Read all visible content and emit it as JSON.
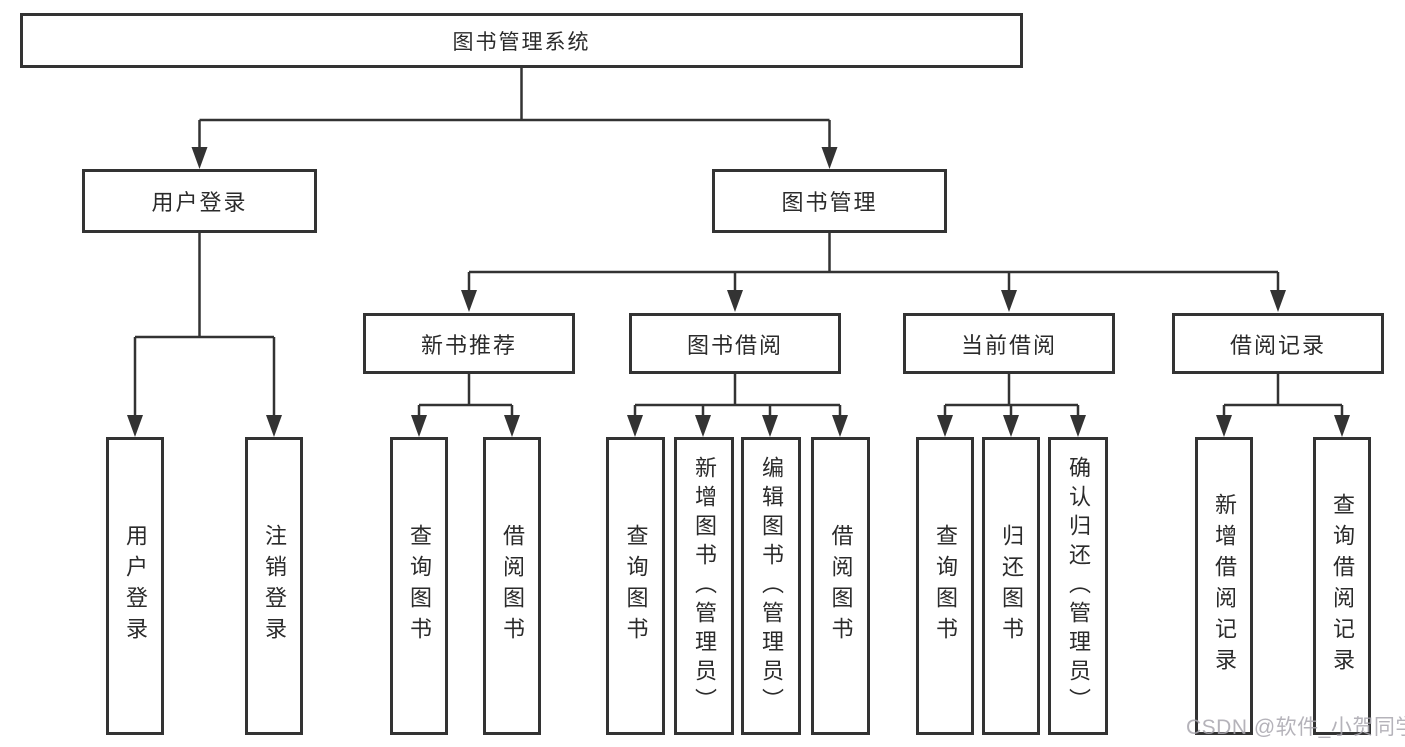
{
  "tree": {
    "root": "图书管理系统",
    "children": [
      {
        "label": "用户登录",
        "children": [
          "用户登录",
          "注销登录"
        ]
      },
      {
        "label": "图书管理",
        "children": [
          {
            "label": "新书推荐",
            "children": [
              "查询图书",
              "借阅图书"
            ]
          },
          {
            "label": "图书借阅",
            "children": [
              "查询图书",
              "新增图书（管理员）",
              "编辑图书（管理员）",
              "借阅图书"
            ]
          },
          {
            "label": "当前借阅",
            "children": [
              "查询图书",
              "归还图书",
              "确认归还（管理员）"
            ]
          },
          {
            "label": "借阅记录",
            "children": [
              "新增借阅记录",
              "查询借阅记录"
            ]
          }
        ]
      }
    ]
  },
  "watermark": {
    "text": "CSDN @软件_小贺同学"
  },
  "colors": {
    "line": "#333333",
    "box_border": "#333333",
    "text": "#2b2b2b",
    "watermark": "#a8a6ae",
    "background": "#ffffff"
  }
}
